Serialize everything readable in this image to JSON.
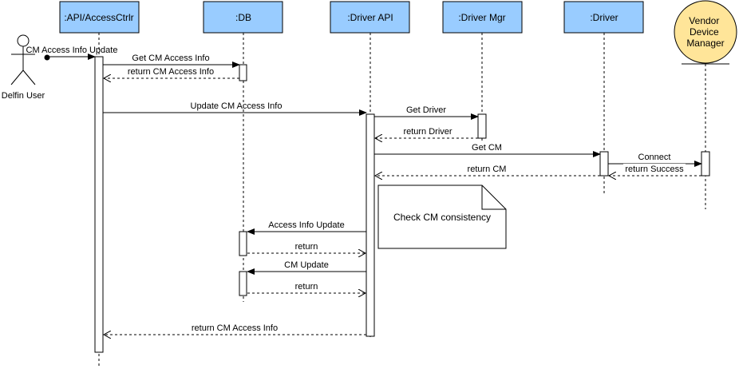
{
  "actor": {
    "label": "Delfin User"
  },
  "participants": [
    {
      "id": "api",
      "label": ":API/AccessCtrlr",
      "fill": "#99CCFF"
    },
    {
      "id": "db",
      "label": ":DB",
      "fill": "#99CCFF"
    },
    {
      "id": "driver_api",
      "label": ":Driver API",
      "fill": "#99CCFF"
    },
    {
      "id": "driver_mgr",
      "label": ":Driver Mgr",
      "fill": "#99CCFF"
    },
    {
      "id": "driver",
      "label": ":Driver",
      "fill": "#99CCFF"
    },
    {
      "id": "vendor",
      "label_lines": [
        "Vendor",
        "Device",
        "Manager"
      ],
      "fill": "#FFE599",
      "stroke": "#000000"
    }
  ],
  "messages": [
    {
      "id": "m_cm_update",
      "label": "CM Access Info Update",
      "type": "found"
    },
    {
      "id": "m_get_cm_access",
      "label": "Get CM Access Info",
      "type": "sync"
    },
    {
      "id": "m_return_cm_access",
      "label": "return CM Access Info",
      "type": "return"
    },
    {
      "id": "m_update_cm_access",
      "label": "Update CM Access Info",
      "type": "sync"
    },
    {
      "id": "m_get_driver",
      "label": "Get Driver",
      "type": "sync"
    },
    {
      "id": "m_return_driver",
      "label": "return Driver",
      "type": "return"
    },
    {
      "id": "m_get_cm",
      "label": "Get CM",
      "type": "sync"
    },
    {
      "id": "m_connect",
      "label": "Connect",
      "type": "sync"
    },
    {
      "id": "m_return_success",
      "label": "return Success",
      "type": "return"
    },
    {
      "id": "m_return_cm",
      "label": "return CM",
      "type": "return"
    },
    {
      "id": "m_access_info_update",
      "label": "Access Info Update",
      "type": "sync"
    },
    {
      "id": "m_return_1",
      "label": "return",
      "type": "return"
    },
    {
      "id": "m_cm_update_db",
      "label": "CM Update",
      "type": "sync"
    },
    {
      "id": "m_return_2",
      "label": "return",
      "type": "return"
    },
    {
      "id": "m_return_cm_access_final",
      "label": "return CM Access Info",
      "type": "return"
    }
  ],
  "note": {
    "label": "Check CM consistency"
  }
}
